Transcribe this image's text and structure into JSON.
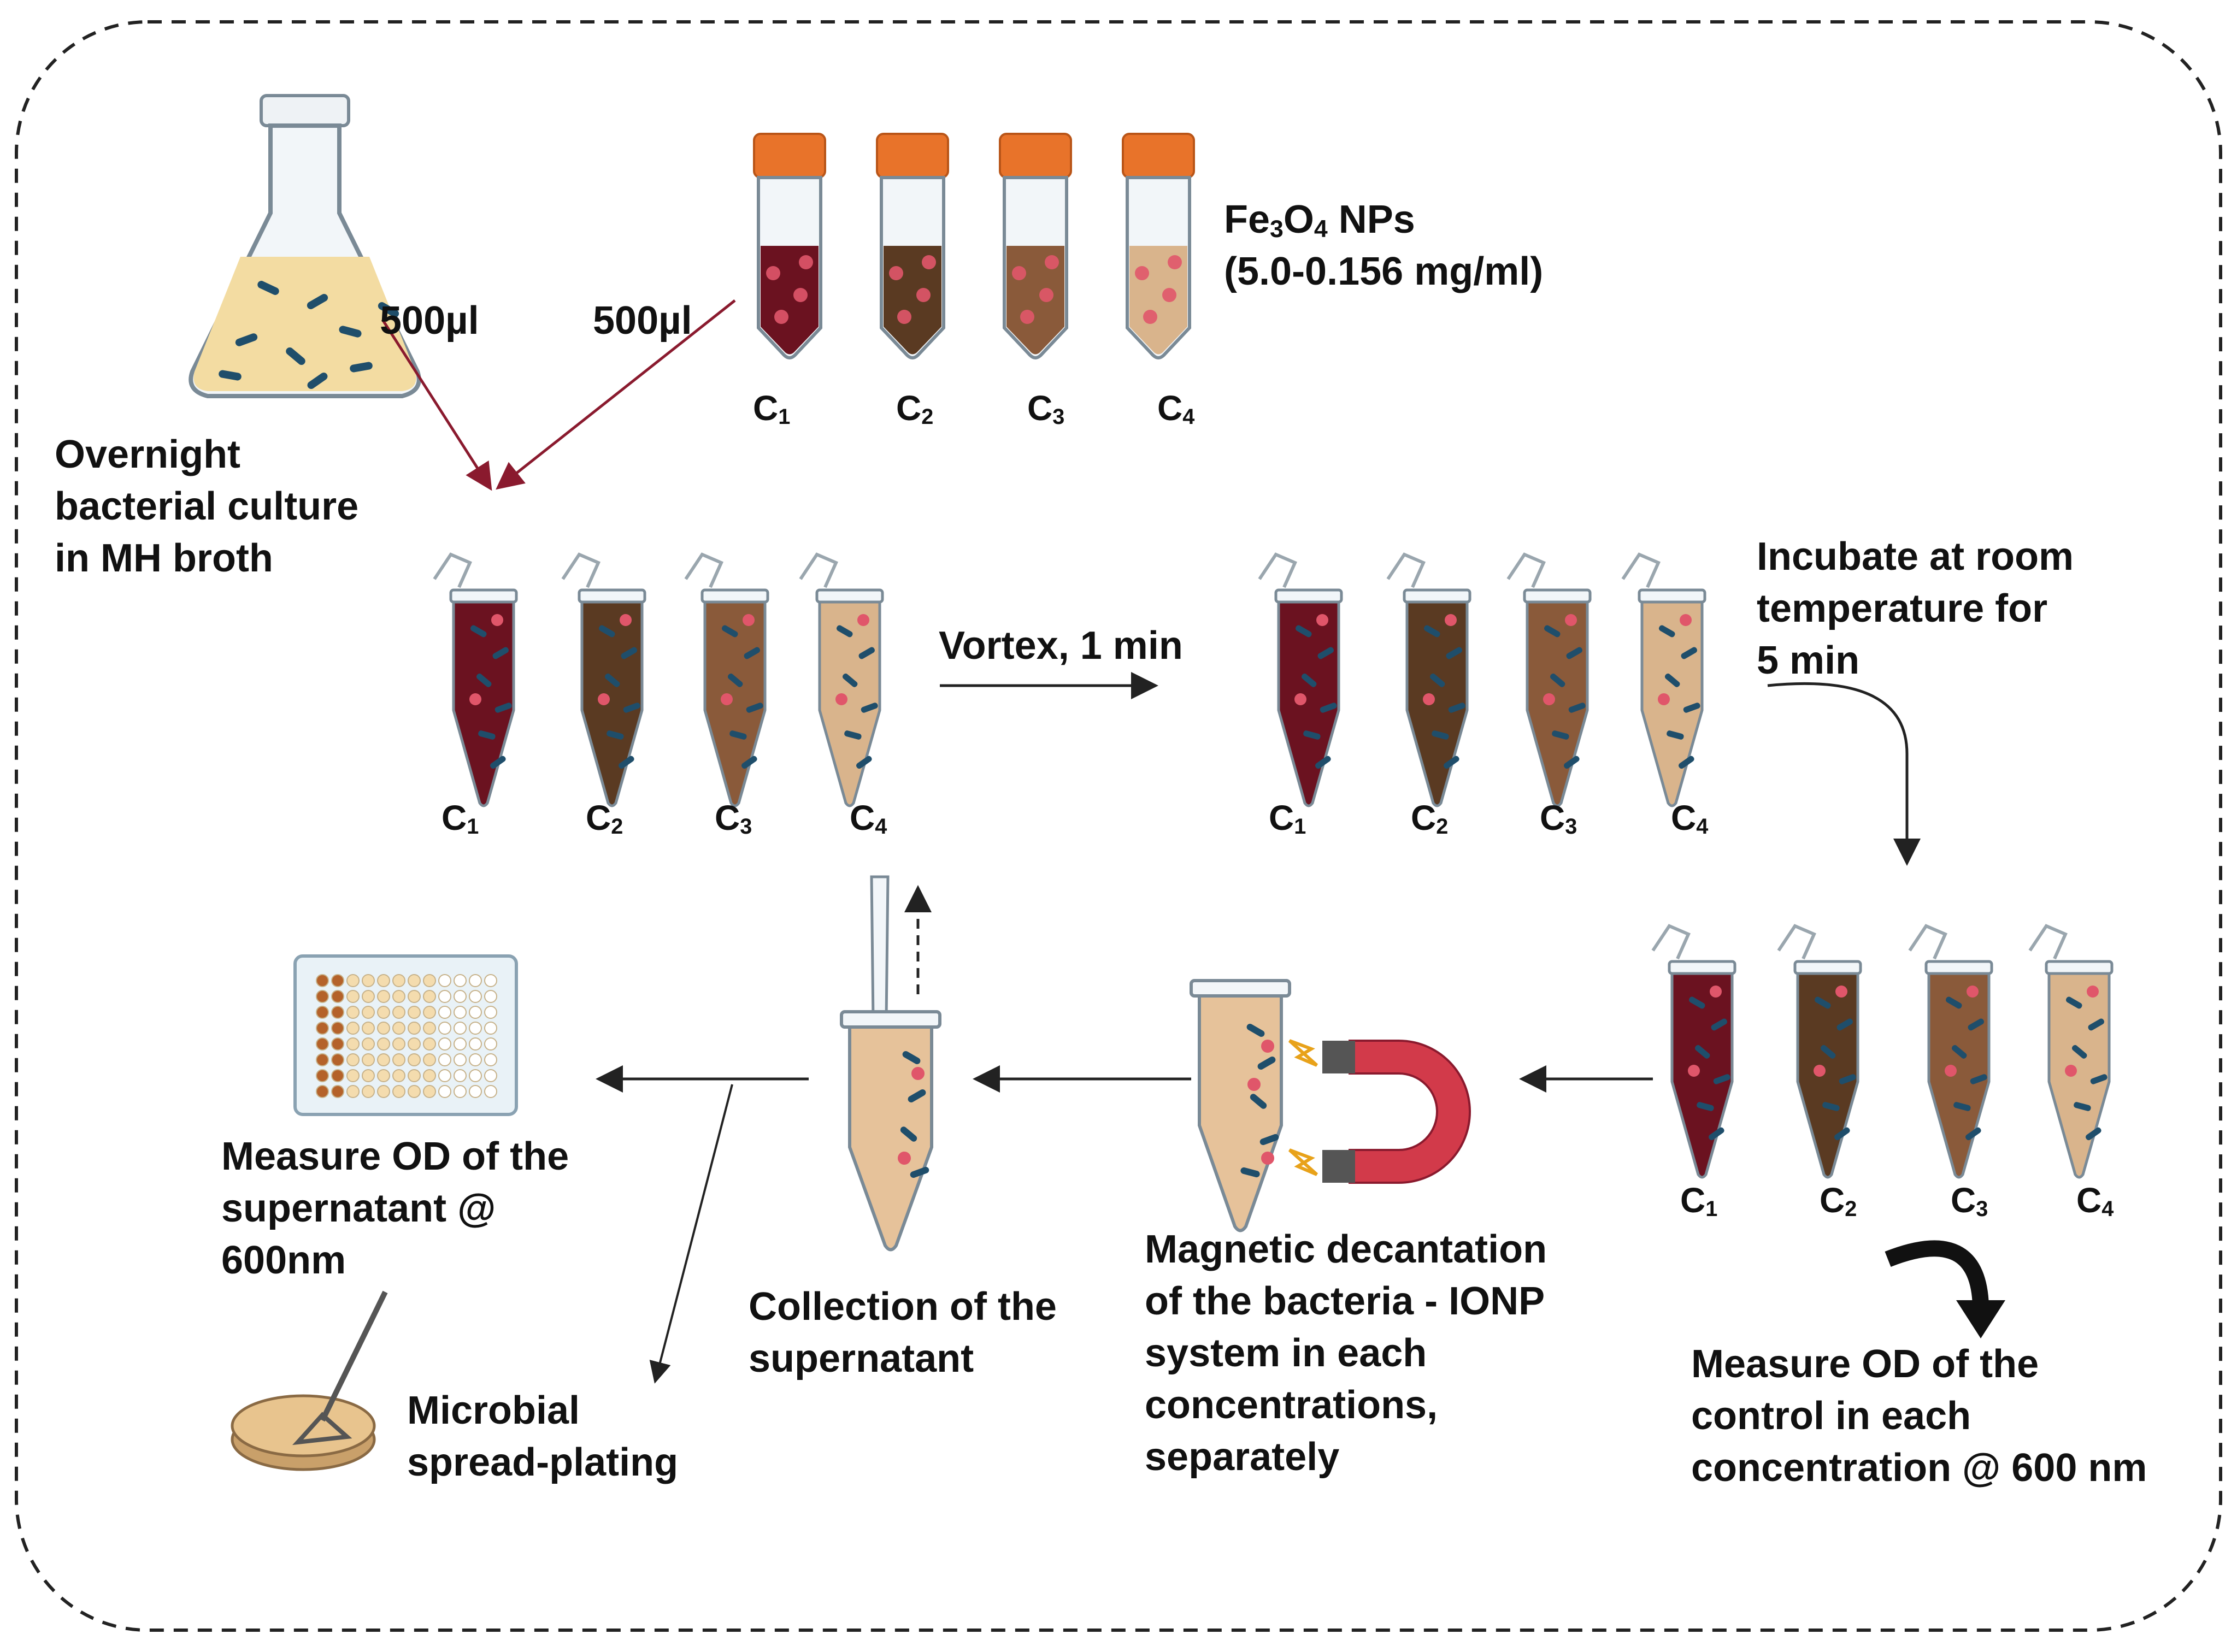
{
  "labels": {
    "culture": [
      "Overnight",
      "bacterial culture",
      "in MH broth"
    ],
    "vol_culture": "500µl",
    "vol_nps": "500µl",
    "nps_formula": "Fe3O4 NPs",
    "nps_conc": "(5.0-0.156 mg/ml)",
    "vortex": "Vortex, 1 min",
    "incubate": [
      "Incubate at room",
      "temperature for",
      "5 min"
    ],
    "measure_control": [
      "Measure  OD of the",
      "control in each",
      "concentration @ 600 nm"
    ],
    "decantation": [
      "Magnetic decantation",
      "of the bacteria - IONP",
      "system in each",
      "concentrations,",
      "separately"
    ],
    "collection": [
      "Collection of the",
      "supernatant"
    ],
    "measure_supernatant": [
      "Measure  OD of the",
      "supernatant @",
      "600nm"
    ],
    "spread": [
      "Microbial",
      "spread-plating"
    ]
  },
  "conc_labels": [
    "C1",
    "C2",
    "C3",
    "C4"
  ],
  "colors": {
    "conc": [
      "#6b1220",
      "#5a3a22",
      "#8a5a3a",
      "#d9b48c"
    ],
    "culture_arrow": "#8a1a2e",
    "tube_cap": "#e8732a",
    "bacteria": "#1f4e6b",
    "nanoparticle": "#e0566a",
    "magnet": "#d23a4a",
    "broth": "#f3dca2"
  },
  "icons": [
    "flask-icon",
    "falcon-tube-icon",
    "eppendorf-tube-icon",
    "magnet-icon",
    "pipette-icon",
    "well-plate-icon",
    "petri-dish-icon"
  ]
}
